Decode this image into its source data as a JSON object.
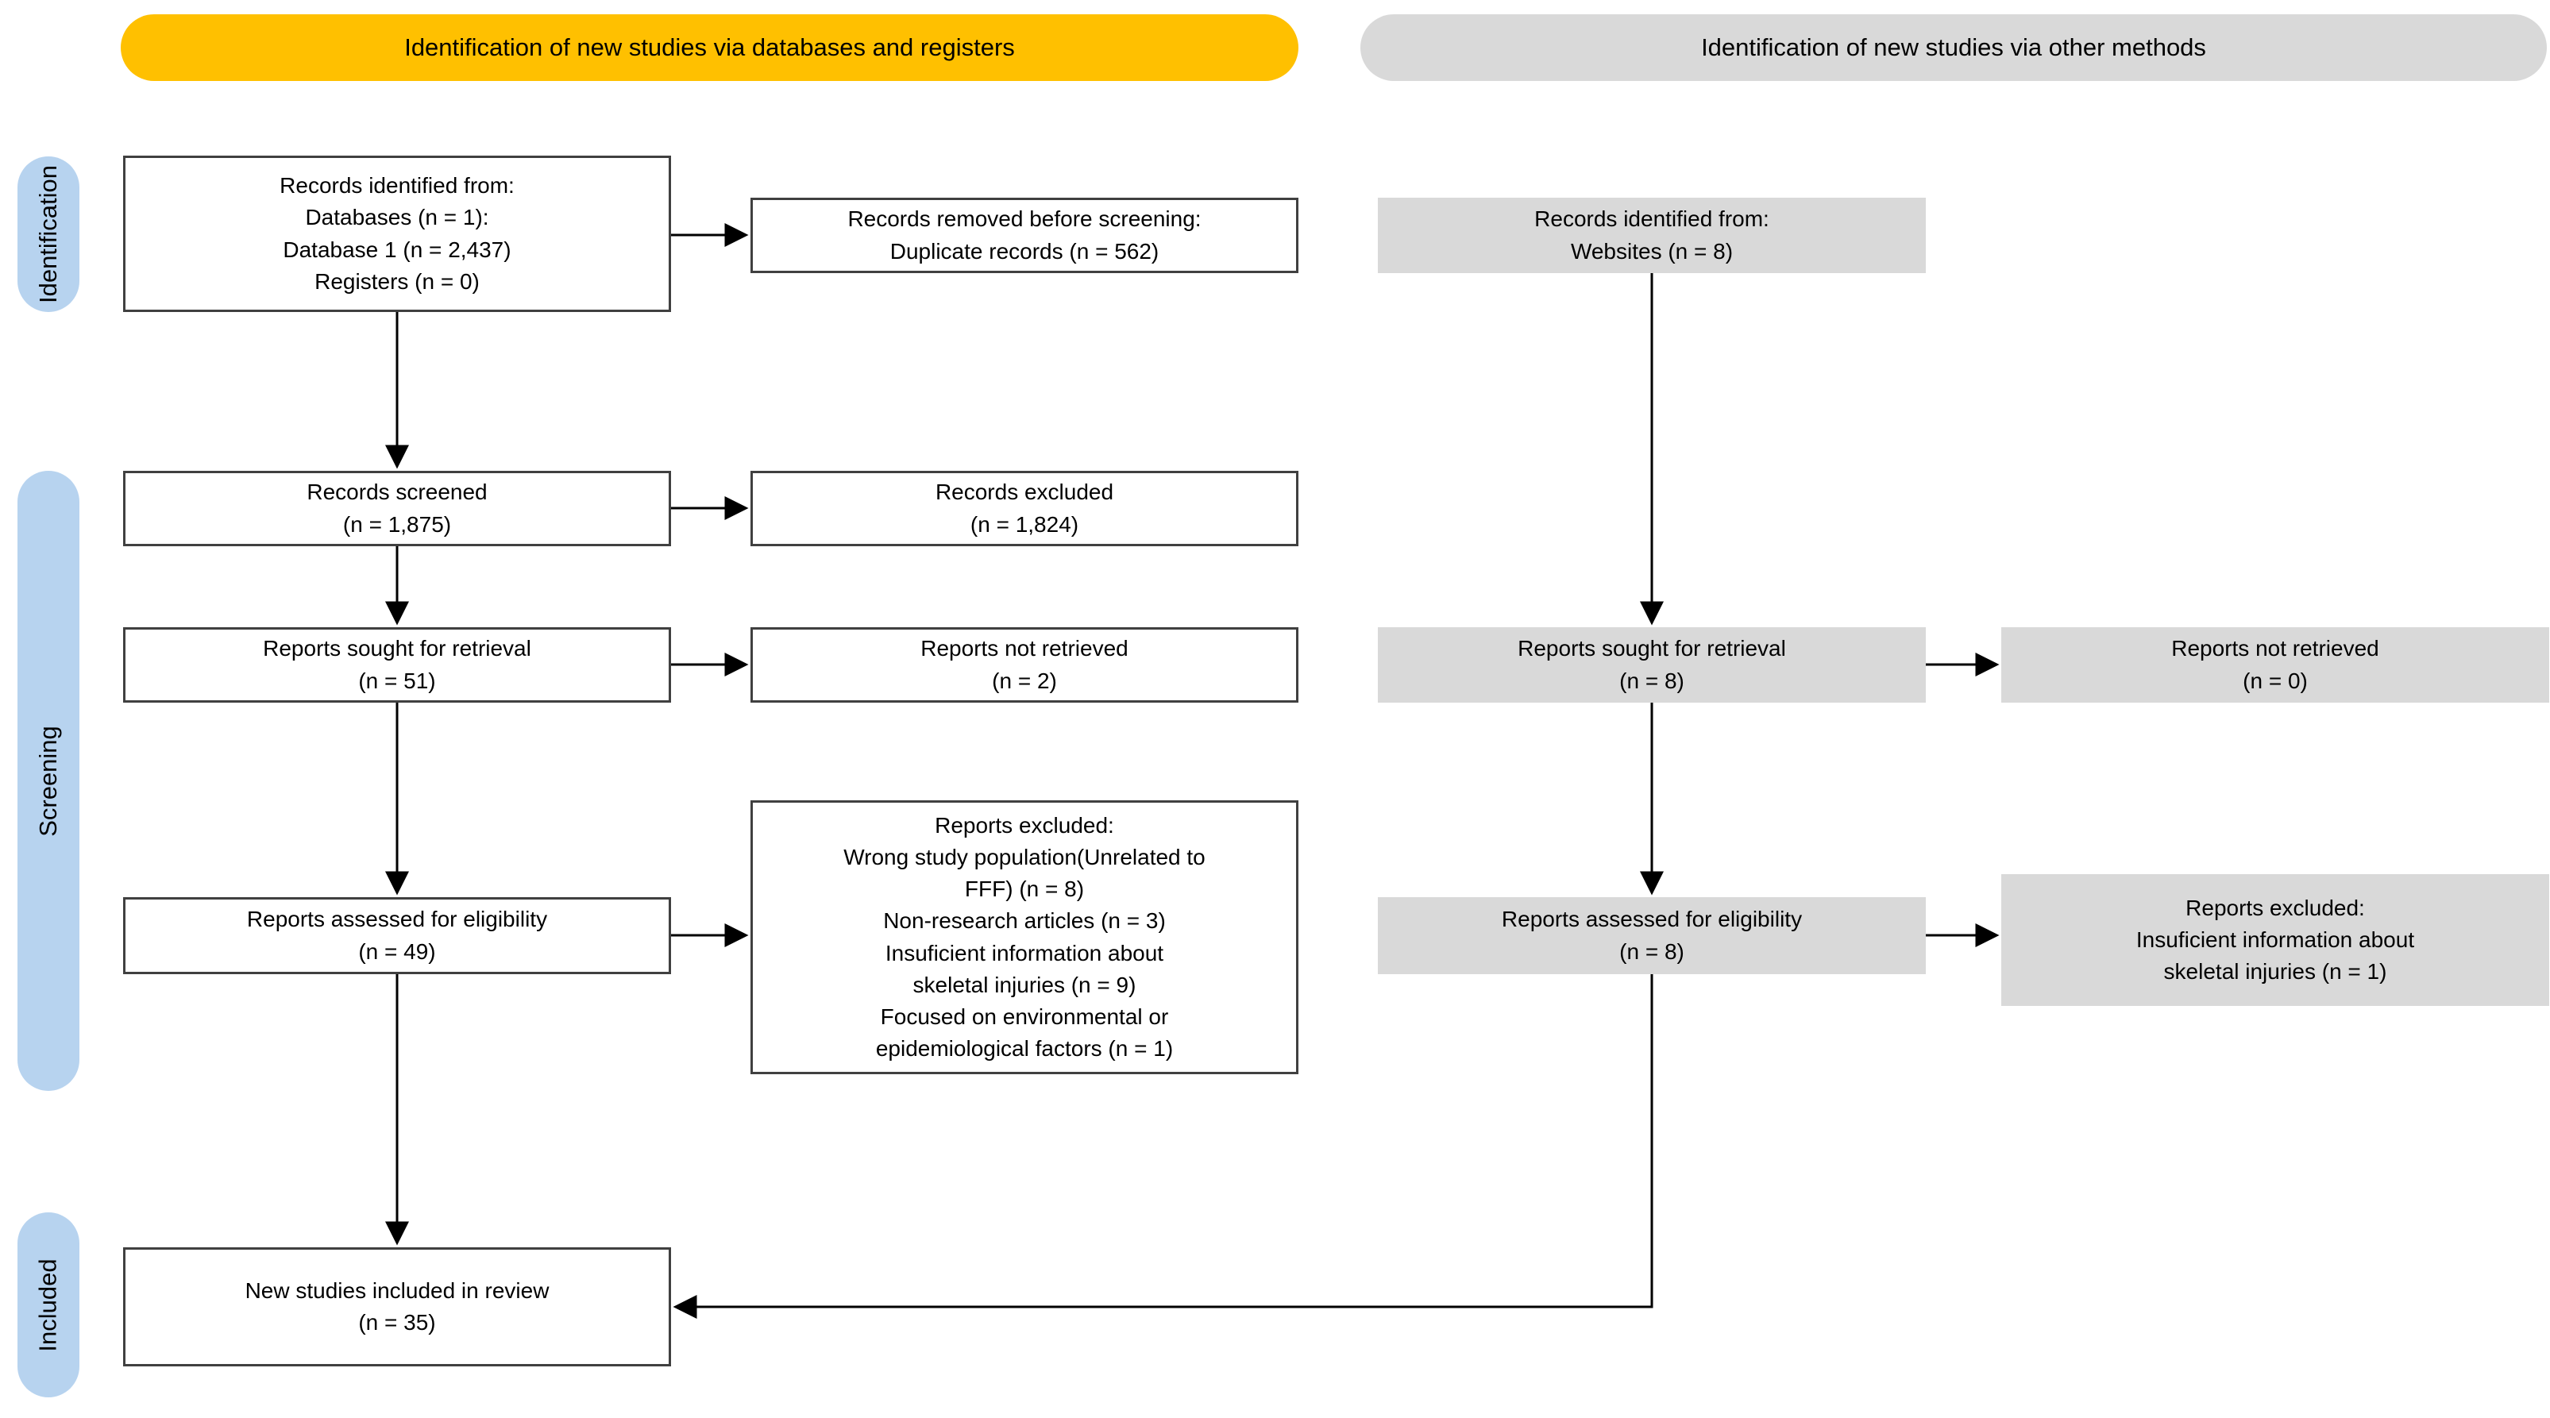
{
  "banners": {
    "left": "Identification of new studies via databases and registers",
    "right": "Identification of new studies via other methods"
  },
  "stage_labels": {
    "identification": "Identification",
    "screening": "Screening",
    "included": "Included"
  },
  "colors": {
    "banner_left_bg": "#FFC000",
    "banner_right_bg": "#D9D9D9",
    "stage_pill_bg": "#B7D3EF",
    "gray_box_bg": "#D9D9D9",
    "box_border": "#404040"
  },
  "boxes": {
    "records_identified": "Records identified from:\nDatabases (n = 1):\nDatabase 1 (n = 2,437)\nRegisters (n = 0)",
    "records_removed": "Records removed before screening:\nDuplicate records (n = 562)",
    "records_screened": "Records screened\n(n = 1,875)",
    "records_excluded": "Records excluded\n(n = 1,824)",
    "reports_sought": "Reports sought for retrieval\n(n = 51)",
    "reports_not_retrieved": "Reports not retrieved\n(n = 2)",
    "reports_assessed": "Reports assessed for eligibility\n(n = 49)",
    "reports_excluded_reasons": "Reports excluded:\nWrong study population(Unrelated to\nFFF) (n = 8)\nNon-research articles (n = 3)\nInsuficient information about\nskeletal injuries (n = 9)\nFocused on environmental or\nepidemiological factors (n = 1)",
    "new_studies_included": "New studies included in review\n(n = 35)",
    "other_records_identified": "Records identified from:\nWebsites (n = 8)",
    "other_reports_sought": "Reports sought for retrieval\n(n = 8)",
    "other_reports_not_retrieved": "Reports not retrieved\n(n = 0)",
    "other_reports_assessed": "Reports assessed for eligibility\n(n = 8)",
    "other_reports_excluded": "Reports excluded:\nInsuficient information about\nskeletal injuries (n = 1)"
  }
}
